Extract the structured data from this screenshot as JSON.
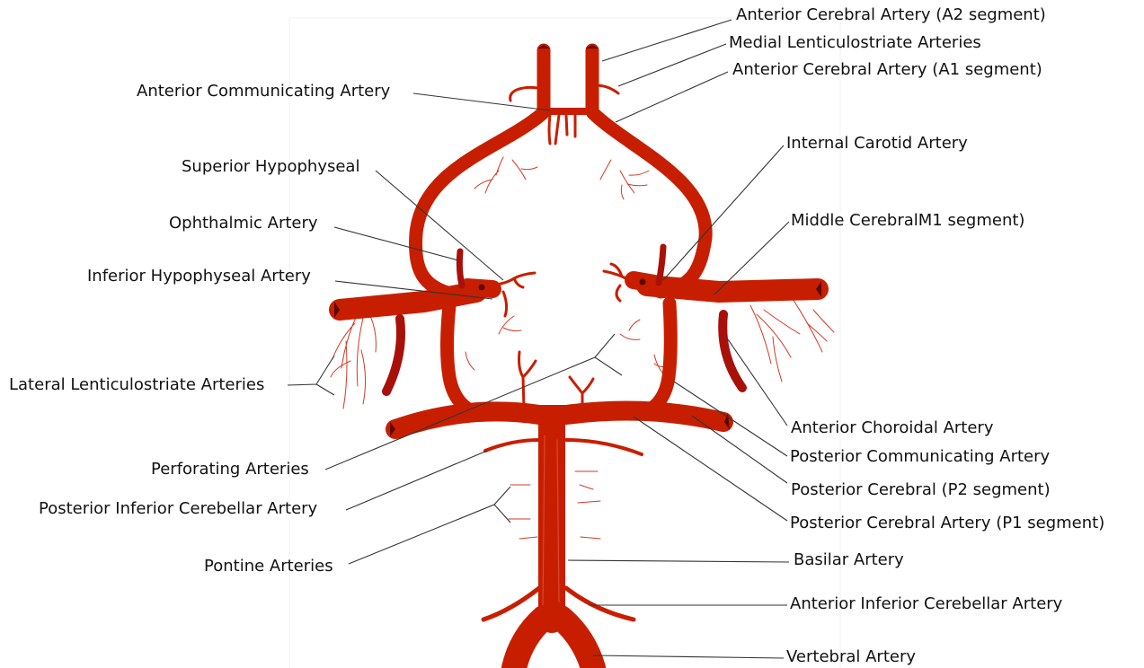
{
  "colors": {
    "artery": "#c81e00",
    "artery_dark": "#a8100a",
    "capillary": "#d33a28",
    "leader": "#333333",
    "text": "#111111"
  },
  "labels": {
    "aca_a2": "Anterior Cerebral Artery (A2 segment)",
    "medial_lenticulostriate": "Medial Lenticulostriate Arteries",
    "aca_a1": "Anterior Cerebral Artery (A1 segment)",
    "anterior_communicating": "Anterior Communicating Artery",
    "internal_carotid": "Internal Carotid Artery",
    "superior_hypophyseal": "Superior Hypophyseal",
    "middle_cerebral_m1": "Middle CerebralM1 segment)",
    "ophthalmic": "Ophthalmic Artery",
    "inferior_hypophyseal": "Inferior Hypophyseal Artery",
    "lateral_lenticulostriate": "Lateral Lenticulostriate Arteries",
    "anterior_choroidal": "Anterior Choroidal Artery",
    "perforating": "Perforating Arteries",
    "posterior_communicating": "Posterior Communicating Artery",
    "posterior_cerebral_p2": "Posterior Cerebral (P2 segment)",
    "pica": "Posterior Inferior Cerebellar Artery",
    "posterior_cerebral_p1": "Posterior Cerebral Artery (P1 segment)",
    "pontine": "Pontine Arteries",
    "basilar": "Basilar Artery",
    "aica": "Anterior Inferior Cerebellar Artery",
    "vertebral": "Vertebral Artery"
  }
}
